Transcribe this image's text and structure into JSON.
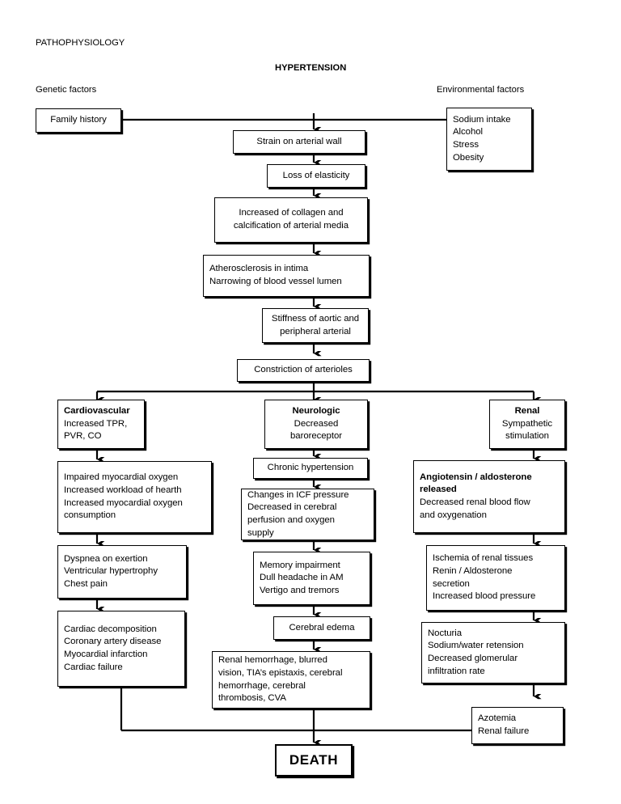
{
  "page": {
    "title_label": "PATHOPHYSIOLOGY",
    "diagram_title": "HYPERTENSION",
    "left_heading": "Genetic factors",
    "right_heading": "Environmental factors",
    "ink_color": "#000000",
    "background_color": "#ffffff"
  },
  "nodes": {
    "family_history": {
      "lines": [
        "Family history"
      ]
    },
    "environmental": {
      "lines": [
        "Sodium intake",
        "Alcohol",
        "Stress",
        "Obesity"
      ]
    },
    "strain": {
      "lines": [
        "Strain on arterial wall"
      ]
    },
    "elasticity": {
      "lines": [
        "Loss of elasticity"
      ]
    },
    "collagen": {
      "lines": [
        "Increased of collagen and",
        "calcification of arterial media"
      ]
    },
    "atherosclerosis": {
      "lines": [
        "Atherosclerosis in intima",
        "Narrowing of blood vessel lumen"
      ]
    },
    "stiffness": {
      "lines": [
        "Stiffness of aortic and",
        "peripheral arterial"
      ]
    },
    "constriction": {
      "lines": [
        "Constriction of arterioles"
      ]
    },
    "cardiovascular": {
      "lines": [
        "Cardiovascular",
        "Increased TPR,",
        "PVR, CO"
      ],
      "bold_lines": [
        0
      ]
    },
    "impaired_myocardial": {
      "lines": [
        "Impaired myocardial oxygen",
        "Increased workload of hearth",
        "Increased myocardial oxygen",
        "consumption"
      ]
    },
    "dyspnea": {
      "lines": [
        "Dyspnea on exertion",
        "Ventricular hypertrophy",
        "Chest pain"
      ]
    },
    "cardiac_decomposition": {
      "lines": [
        "Cardiac decomposition",
        "Coronary artery disease",
        "Myocardial infarction",
        "Cardiac failure"
      ]
    },
    "neurologic": {
      "lines": [
        "Neurologic",
        "Decreased",
        "baroreceptor"
      ],
      "bold_lines": [
        0
      ]
    },
    "chronic_hypertension": {
      "lines": [
        "Chronic hypertension"
      ]
    },
    "icf_pressure": {
      "lines": [
        "Changes in ICF pressure",
        "Decreased in cerebral",
        "perfusion and oxygen",
        "supply"
      ]
    },
    "memory": {
      "lines": [
        "Memory impairment",
        "Dull headache in AM",
        "Vertigo and tremors"
      ]
    },
    "cerebral_edema": {
      "lines": [
        "Cerebral edema"
      ]
    },
    "renal_hemorrhage": {
      "lines": [
        "Renal hemorrhage, blurred",
        "vision, TIA’s epistaxis, cerebral",
        "hemorrhage, cerebral",
        "thrombosis, CVA"
      ]
    },
    "renal": {
      "lines": [
        "Renal",
        "Sympathetic",
        "stimulation"
      ],
      "bold_lines": [
        0
      ]
    },
    "angiotensin": {
      "lines": [
        "Angiotensin / aldosterone",
        "released",
        "Decreased renal blood flow",
        "and oxygenation"
      ],
      "bold_lines": [
        0,
        1
      ]
    },
    "ischemia": {
      "lines": [
        "Ischemia of renal tissues",
        "Renin / Aldosterone",
        "secretion",
        "Increased blood pressure"
      ]
    },
    "nocturia": {
      "lines": [
        "Nocturia",
        "Sodium/water retension",
        "Decreased glomerular",
        "infiltration rate"
      ]
    },
    "azotemia": {
      "lines": [
        "Azotemia",
        "Renal failure"
      ]
    },
    "death": {
      "lines": [
        "DEATH"
      ]
    }
  },
  "chart_data": {
    "type": "diagram",
    "title": "PATHOPHYSIOLOGY — HYPERTENSION",
    "flow": [
      {
        "from": "Family history",
        "to": "Strain on arterial wall"
      },
      {
        "from": "Sodium intake / Alcohol / Stress / Obesity",
        "to": "Strain on arterial wall"
      },
      {
        "from": "Strain on arterial wall",
        "to": "Loss of elasticity"
      },
      {
        "from": "Loss of elasticity",
        "to": "Increased of collagen and calcification of arterial media"
      },
      {
        "from": "Increased of collagen and calcification of arterial media",
        "to": "Atherosclerosis in intima / Narrowing of blood vessel lumen"
      },
      {
        "from": "Atherosclerosis in intima / Narrowing of blood vessel lumen",
        "to": "Stiffness of aortic and peripheral arterial"
      },
      {
        "from": "Stiffness of aortic and peripheral arterial",
        "to": "Constriction of arterioles"
      },
      {
        "from": "Constriction of arterioles",
        "to": "Cardiovascular"
      },
      {
        "from": "Constriction of arterioles",
        "to": "Neurologic"
      },
      {
        "from": "Constriction of arterioles",
        "to": "Renal"
      },
      {
        "from": "Cardiovascular",
        "to": "Impaired myocardial oxygen"
      },
      {
        "from": "Impaired myocardial oxygen",
        "to": "Dyspnea on exertion"
      },
      {
        "from": "Dyspnea on exertion",
        "to": "Cardiac decomposition"
      },
      {
        "from": "Cardiac decomposition",
        "to": "DEATH"
      },
      {
        "from": "Neurologic",
        "to": "Chronic hypertension"
      },
      {
        "from": "Chronic hypertension",
        "to": "Changes in ICF pressure"
      },
      {
        "from": "Changes in ICF pressure",
        "to": "Memory impairment"
      },
      {
        "from": "Memory impairment",
        "to": "Cerebral edema"
      },
      {
        "from": "Cerebral edema",
        "to": "Renal hemorrhage, blurred vision"
      },
      {
        "from": "Renal hemorrhage, blurred vision",
        "to": "DEATH"
      },
      {
        "from": "Renal",
        "to": "Angiotensin / aldosterone released"
      },
      {
        "from": "Angiotensin / aldosterone released",
        "to": "Ischemia of renal tissues"
      },
      {
        "from": "Ischemia of renal tissues",
        "to": "Nocturia"
      },
      {
        "from": "Nocturia",
        "to": "Azotemia / Renal failure"
      },
      {
        "from": "Azotemia / Renal failure",
        "to": "DEATH"
      }
    ]
  }
}
